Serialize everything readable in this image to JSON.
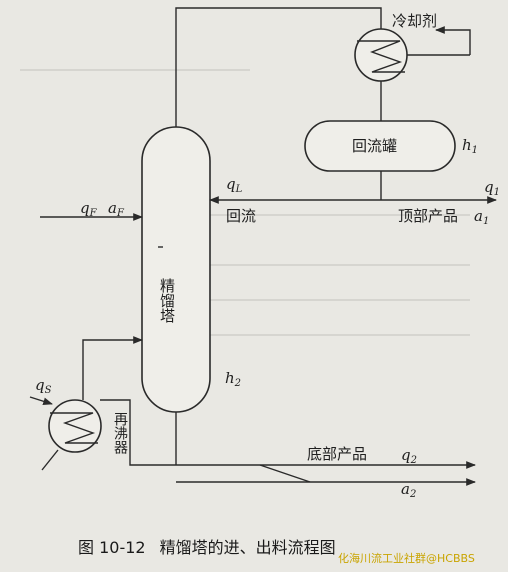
{
  "title": "精馏塔的进、出料流程图",
  "figure_number": "图 10-12",
  "labels": {
    "coolant": "冷却剂",
    "reflux_drum": "回流罐",
    "column": "精馏塔",
    "reflux": "回流",
    "top_product": "顶部产品",
    "bottom_product": "底部产品",
    "reboiler": "再沸器"
  },
  "variables": {
    "h1": "h",
    "h1_sub": "1",
    "h2": "h",
    "h2_sub": "2",
    "qL": "q",
    "qL_sub": "L",
    "q1": "q",
    "q1_sub": "1",
    "qF": "q",
    "qF_sub": "F",
    "aF": "a",
    "aF_sub": "F",
    "a1": "a",
    "a1_sub": "1",
    "qS": "q",
    "qS_sub": "S",
    "q2": "q",
    "q2_sub": "2",
    "a2": "a",
    "a2_sub": "2"
  },
  "watermark": "化海川流工业社群@HCBBS",
  "colors": {
    "paper": "#e9e8e3",
    "ink": "#2a2a2a",
    "watermark": "#c9a400"
  }
}
